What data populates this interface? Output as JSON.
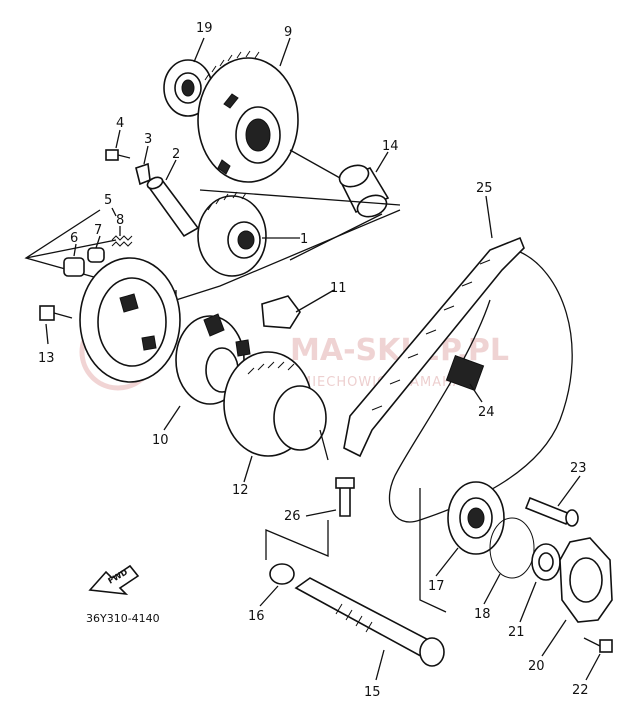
{
  "diagram": {
    "part_code": "36Y310-4140",
    "fwd_label": "FWD",
    "watermark": {
      "main": "MA-SKLEP.PL",
      "sub": "MIECHOWICZ  YAMAHA"
    },
    "callouts": [
      {
        "id": "c1",
        "label": "1"
      },
      {
        "id": "c2",
        "label": "2"
      },
      {
        "id": "c3",
        "label": "3"
      },
      {
        "id": "c4",
        "label": "4"
      },
      {
        "id": "c5",
        "label": "5"
      },
      {
        "id": "c6",
        "label": "6"
      },
      {
        "id": "c7",
        "label": "7"
      },
      {
        "id": "c8",
        "label": "8"
      },
      {
        "id": "c9",
        "label": "9"
      },
      {
        "id": "c10",
        "label": "10"
      },
      {
        "id": "c11",
        "label": "11"
      },
      {
        "id": "c12",
        "label": "12"
      },
      {
        "id": "c13",
        "label": "13"
      },
      {
        "id": "c14",
        "label": "14"
      },
      {
        "id": "c15",
        "label": "15"
      },
      {
        "id": "c16",
        "label": "16"
      },
      {
        "id": "c17",
        "label": "17"
      },
      {
        "id": "c18",
        "label": "18"
      },
      {
        "id": "c19",
        "label": "19"
      },
      {
        "id": "c20",
        "label": "20"
      },
      {
        "id": "c21",
        "label": "21"
      },
      {
        "id": "c22",
        "label": "22"
      },
      {
        "id": "c23",
        "label": "23"
      },
      {
        "id": "c24",
        "label": "24"
      },
      {
        "id": "c25",
        "label": "25"
      },
      {
        "id": "c26",
        "label": "26"
      }
    ]
  }
}
